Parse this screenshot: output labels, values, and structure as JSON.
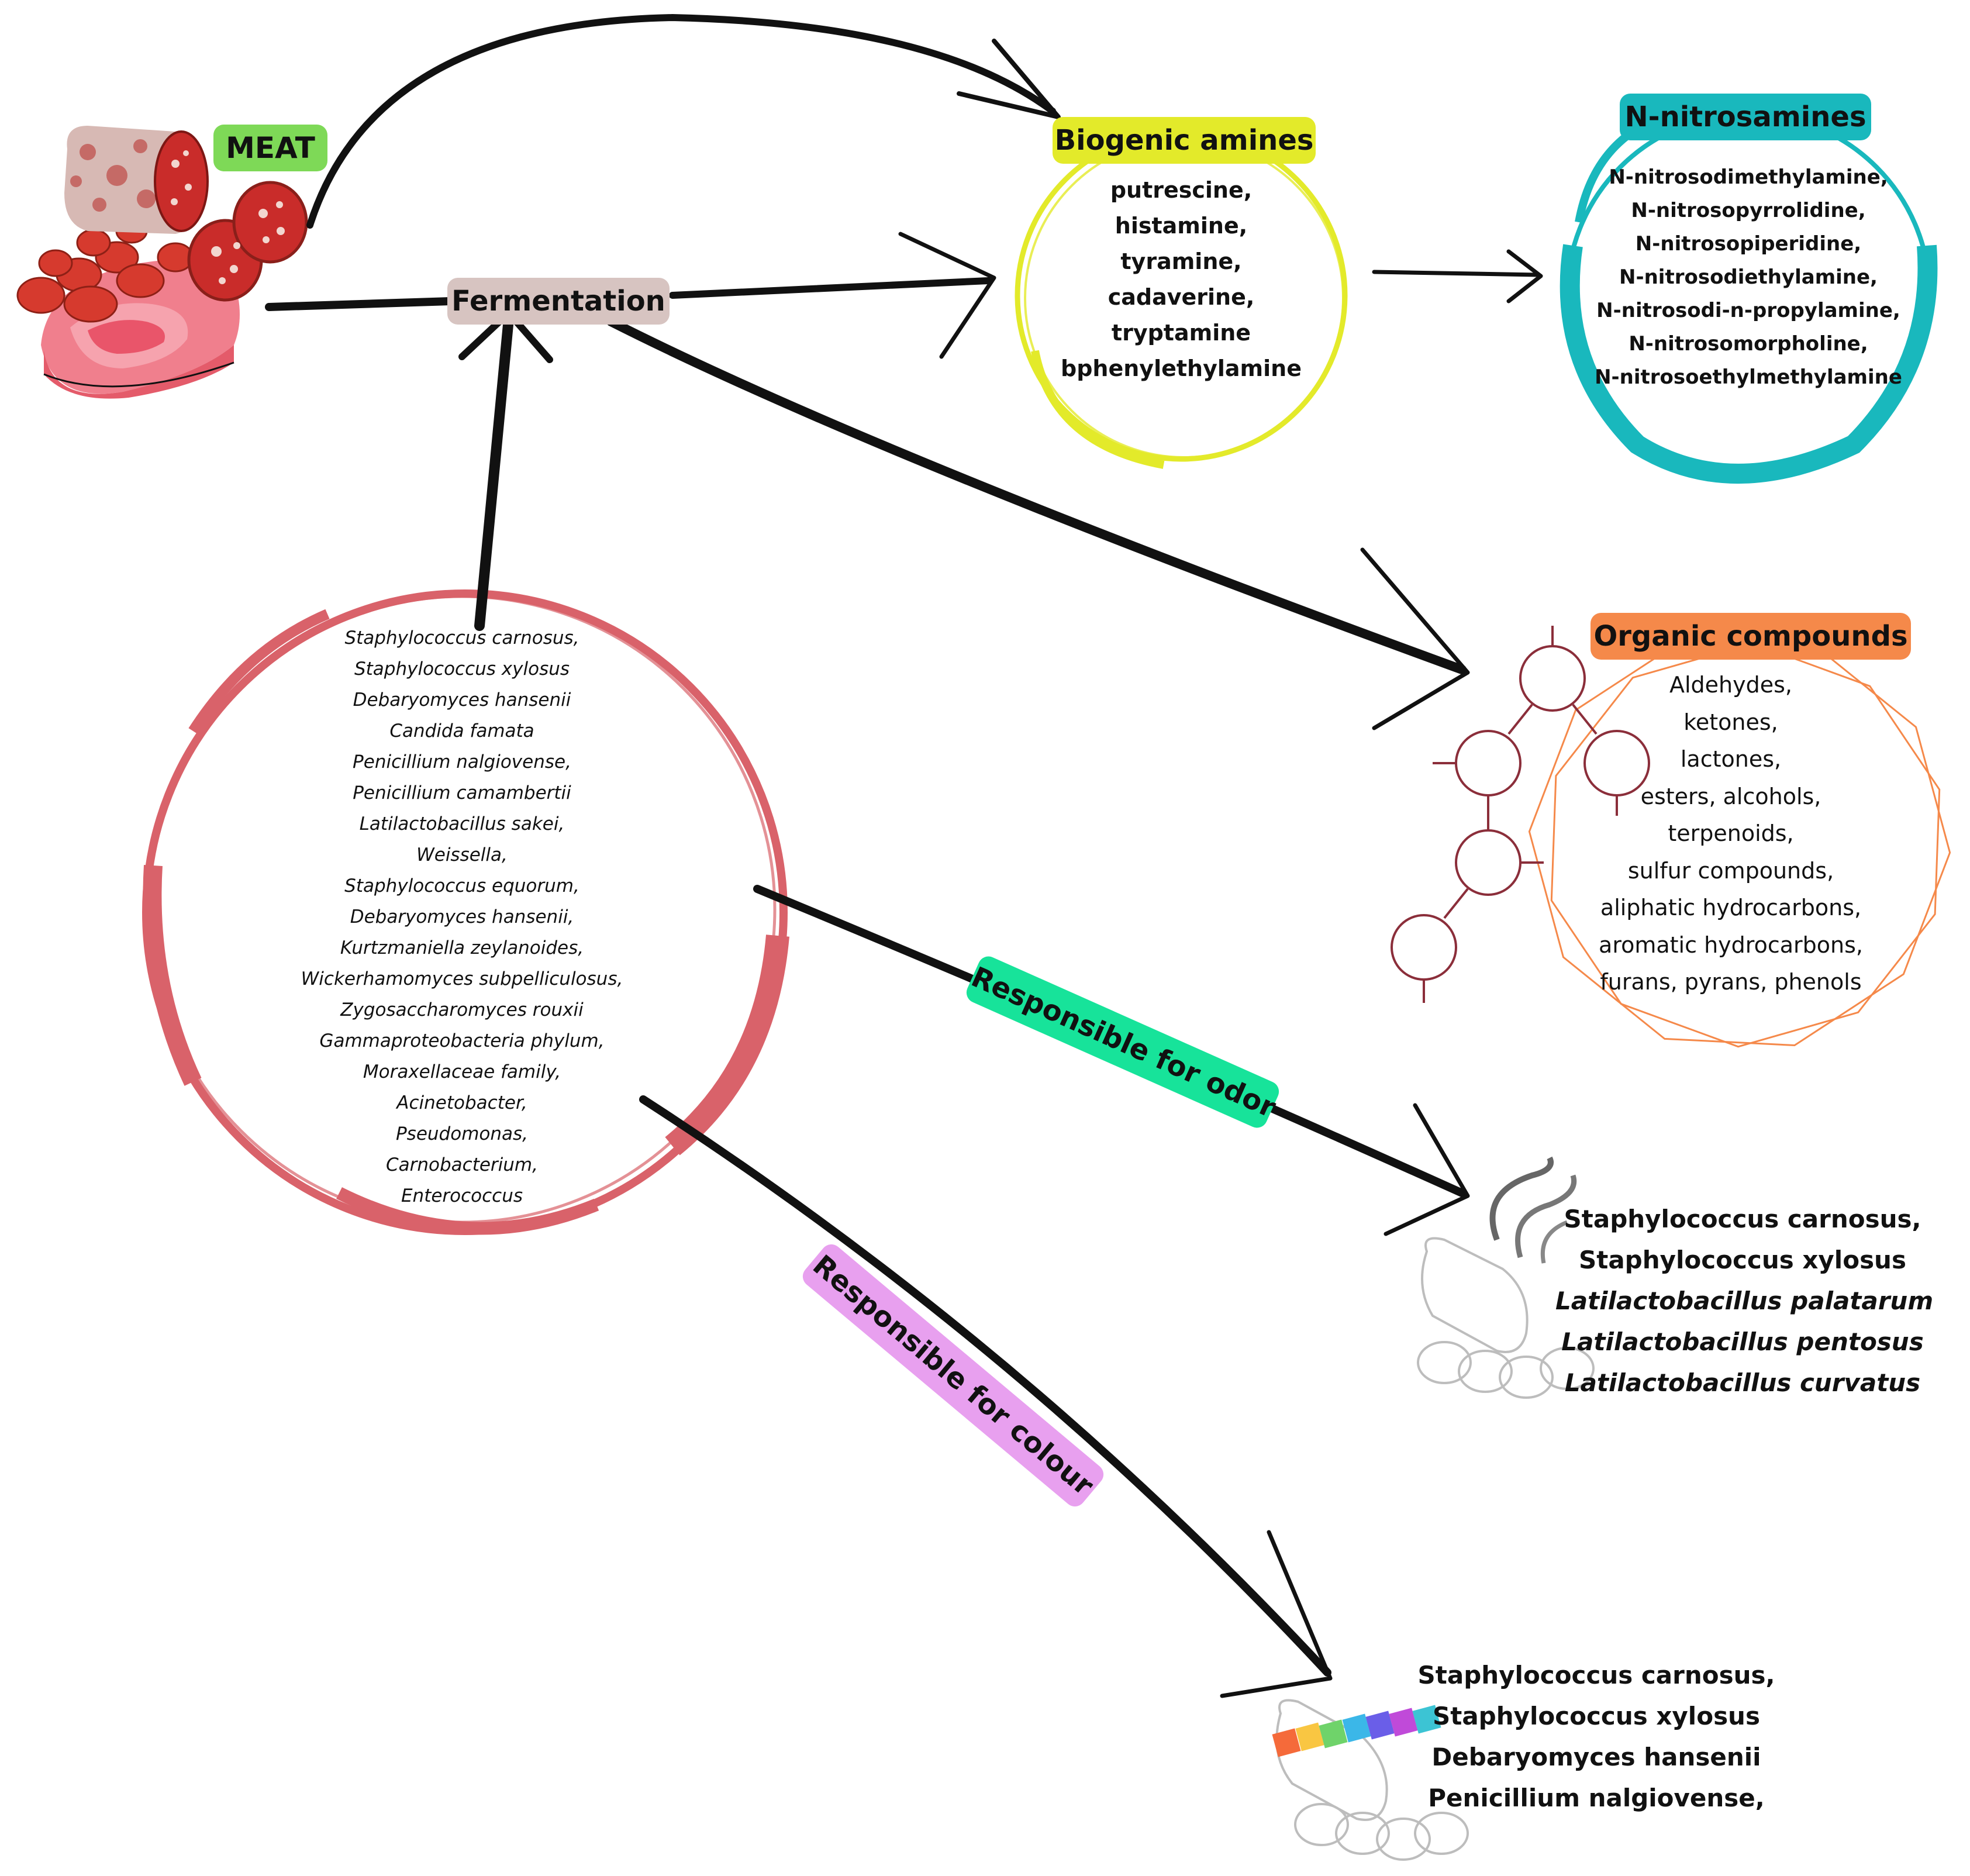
{
  "colors": {
    "meat": "#7ed957",
    "fermentation": "#d7c4c1",
    "biogenic": "#e3ea2a",
    "nitrosamines": "#19b8bd",
    "organic": "#f5894a",
    "odor": "#17e39a",
    "colour": "#e8a0ef",
    "microbe_circle": "#d9626a",
    "molecule": "#8b2e3a"
  },
  "labels": {
    "meat": "MEAT",
    "fermentation": "Fermentation",
    "biogenic": "Biogenic amines",
    "nitrosamines": "N-nitrosamines",
    "organic": "Organic compounds",
    "odor": "Responsible for odor",
    "colour": "Responsible for colour"
  },
  "biogenic_list": [
    "putrescine,",
    "histamine,",
    "tyramine,",
    "cadaverine,",
    "tryptamine",
    "bphenylethylamine"
  ],
  "nitrosamine_list": [
    "N-nitrosodimethylamine,",
    "N-nitrosopyrrolidine,",
    "N-nitrosopiperidine,",
    "N-nitrosodiethylamine,",
    "N-nitrosodi-n-propylamine,",
    "N-nitrosomorpholine,",
    "N-nitrosoethylmethylamine"
  ],
  "organic_list": [
    "Aldehydes,",
    "ketones,",
    "lactones,",
    "esters, alcohols,",
    "terpenoids,",
    "sulfur compounds,",
    "aliphatic hydrocarbons,",
    "aromatic hydrocarbons,",
    "furans, pyrans, phenols"
  ],
  "microbes": [
    "Staphylococcus carnosus,",
    "Staphylococcus xylosus",
    "Debaryomyces hansenii",
    "Candida famata",
    "Penicillium nalgiovense,",
    "Penicillium camambertii",
    "Latilactobacillus sakei,",
    "Weissella,",
    "Staphylococcus equorum,",
    "Debaryomyces hansenii,",
    "Kurtzmaniella zeylanoides,",
    "Wickerhamomyces subpelliculosus,",
    "Zygosaccharomyces rouxii",
    "Gammaproteobacteria phylum,",
    "Moraxellaceae family,",
    "Acinetobacter,",
    "Pseudomonas,",
    "Carnobacterium,",
    "Enterococcus"
  ],
  "odor_list": [
    "Staphylococcus carnosus,",
    "Staphylococcus xylosus",
    "Latilactobacillus palatarum",
    "Latilactobacillus pentosus",
    "Latilactobacillus curvatus"
  ],
  "colour_list": [
    "Staphylococcus carnosus,",
    "Staphylococcus xylosus",
    "Debaryomyces hansenii",
    "Penicillium nalgiovense,"
  ]
}
